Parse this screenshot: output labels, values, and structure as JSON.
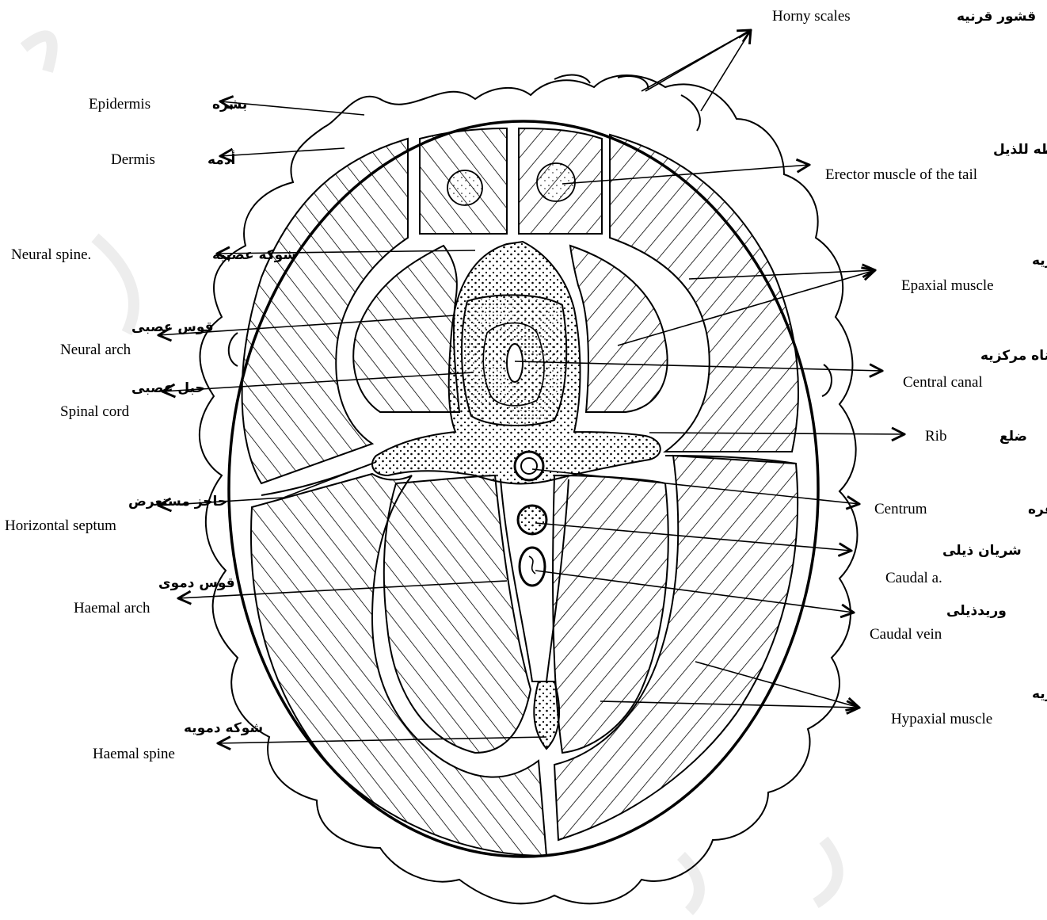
{
  "diagram": {
    "labels": {
      "horny_scales": {
        "en": "Horny scales",
        "ar": "قشور قرنيه"
      },
      "epidermis": {
        "en": "Epidermis",
        "ar": "بشره"
      },
      "dermis": {
        "en": "Dermis",
        "ar": "أدمه"
      },
      "erector_muscle": {
        "en": "Erector muscle of the tail",
        "ar": "عضلات باسطه للذيل"
      },
      "neural_spine": {
        "en": "Neural spine.",
        "ar": "شوكه عصبيه"
      },
      "epaxial_muscle": {
        "en": "Epaxial muscle",
        "ar": "عضلات فوق محوريه"
      },
      "neural_arch": {
        "en": "Neural arch",
        "ar": "قوس عصبى"
      },
      "central_canal": {
        "en": "Central canal",
        "ar": "قناه مركزيه"
      },
      "spinal_cord": {
        "en": "Spinal cord",
        "ar": "حبل عصبى"
      },
      "rib": {
        "en": "Rib",
        "ar": "ضلع"
      },
      "horizontal_septum": {
        "en": "Horizontal septum",
        "ar": "حاجز مستعرض"
      },
      "centrum": {
        "en": "Centrum",
        "ar": "جسم الفقره"
      },
      "caudal_artery": {
        "en": "Caudal a.",
        "ar": "شريان ذيلى"
      },
      "haemal_arch": {
        "en": "Haemal arch",
        "ar": "قوس دموى"
      },
      "caudal_vein": {
        "en": "Caudal vein",
        "ar": "وريدذيلى"
      },
      "hypaxial_muscle": {
        "en": "Hypaxial muscle",
        "ar": "عضلات تحت محوريه"
      },
      "haemal_spine": {
        "en": "Haemal spine",
        "ar": "شوكه دمويه"
      }
    }
  }
}
